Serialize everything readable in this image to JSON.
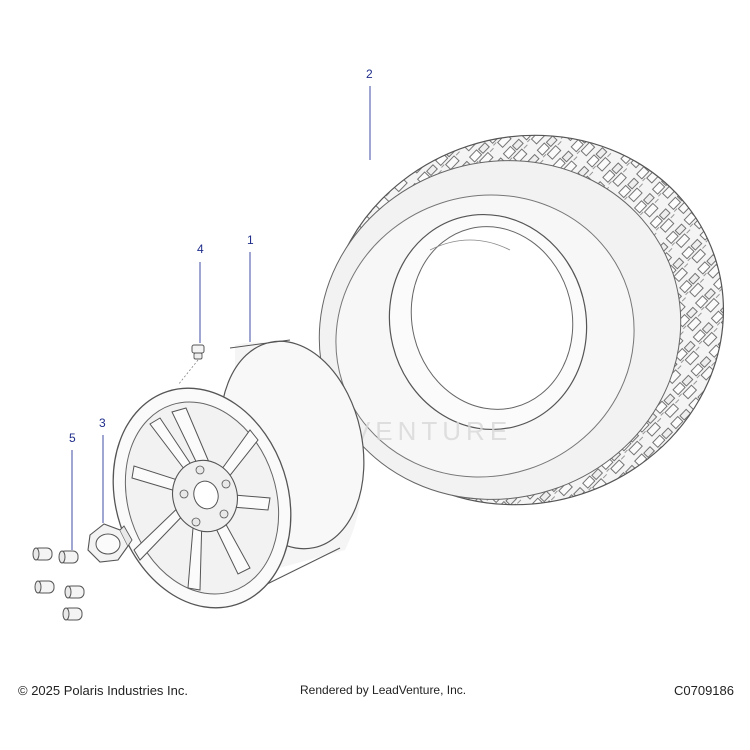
{
  "callouts": [
    {
      "id": "wheel",
      "label": "1"
    },
    {
      "id": "tire",
      "label": "2"
    },
    {
      "id": "center-cap",
      "label": "3"
    },
    {
      "id": "valve-stem",
      "label": "4"
    },
    {
      "id": "lug-nut",
      "label": "5"
    }
  ],
  "watermark": "LEADVENTURE",
  "footer": {
    "copyright": "© 2025 Polaris Industries Inc.",
    "rendered_by": "Rendered by LeadVenture, Inc.",
    "diagram_code": "C0709186"
  },
  "colors": {
    "line": "#555555",
    "callout": "#1f2d8a",
    "fill": "#f6f6f6"
  }
}
